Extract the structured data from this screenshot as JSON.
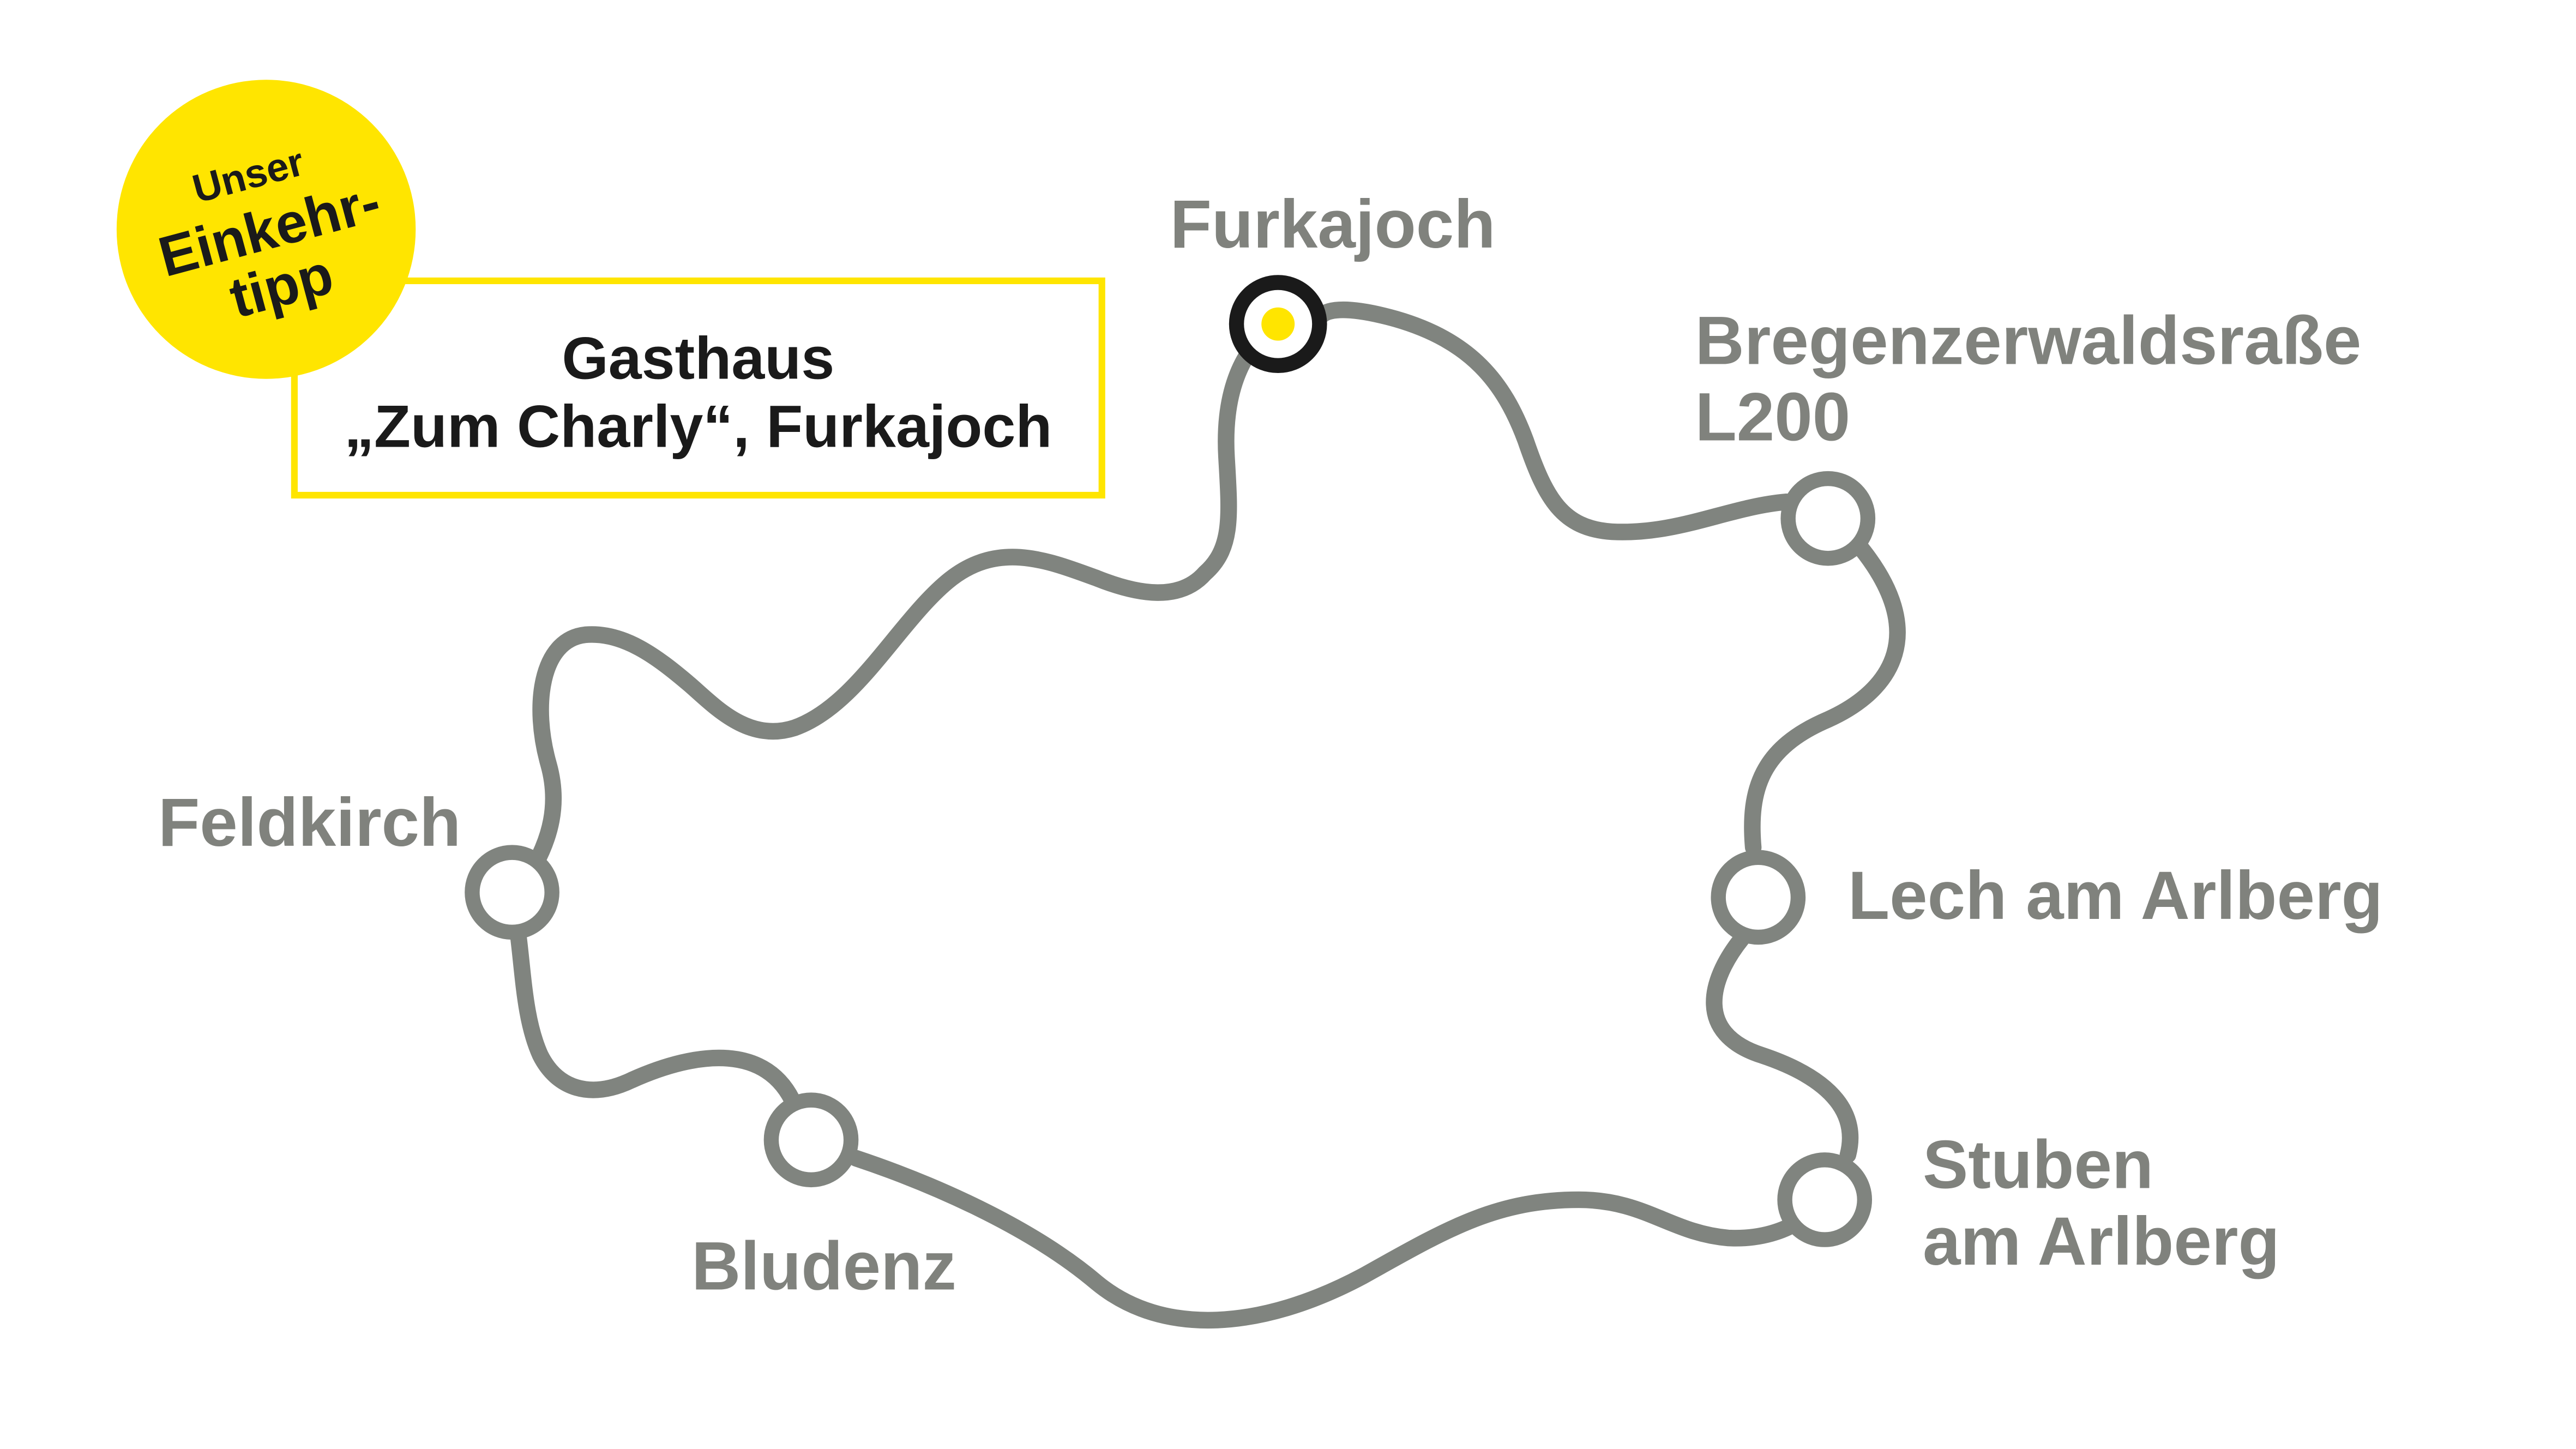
{
  "colors": {
    "route": "#80847f",
    "accent": "#ffe500",
    "text": "#80827d",
    "dark": "#1a1a1a"
  },
  "badge": {
    "line1": "Unser",
    "line2": "Einkehr-",
    "line3": "tipp"
  },
  "tip_box": {
    "line1": "Gasthaus",
    "line2": "„Zum Charly“, Furkajoch"
  },
  "stops": {
    "furkajoch": "Furkajoch",
    "bregenz_line1": "Bregenzerwaldsraße",
    "bregenz_line2": "L200",
    "lech": "Lech am Arlberg",
    "stuben_line1": "Stuben",
    "stuben_line2": "am Arlberg",
    "bludenz": "Bludenz",
    "feldkirch": "Feldkirch"
  }
}
